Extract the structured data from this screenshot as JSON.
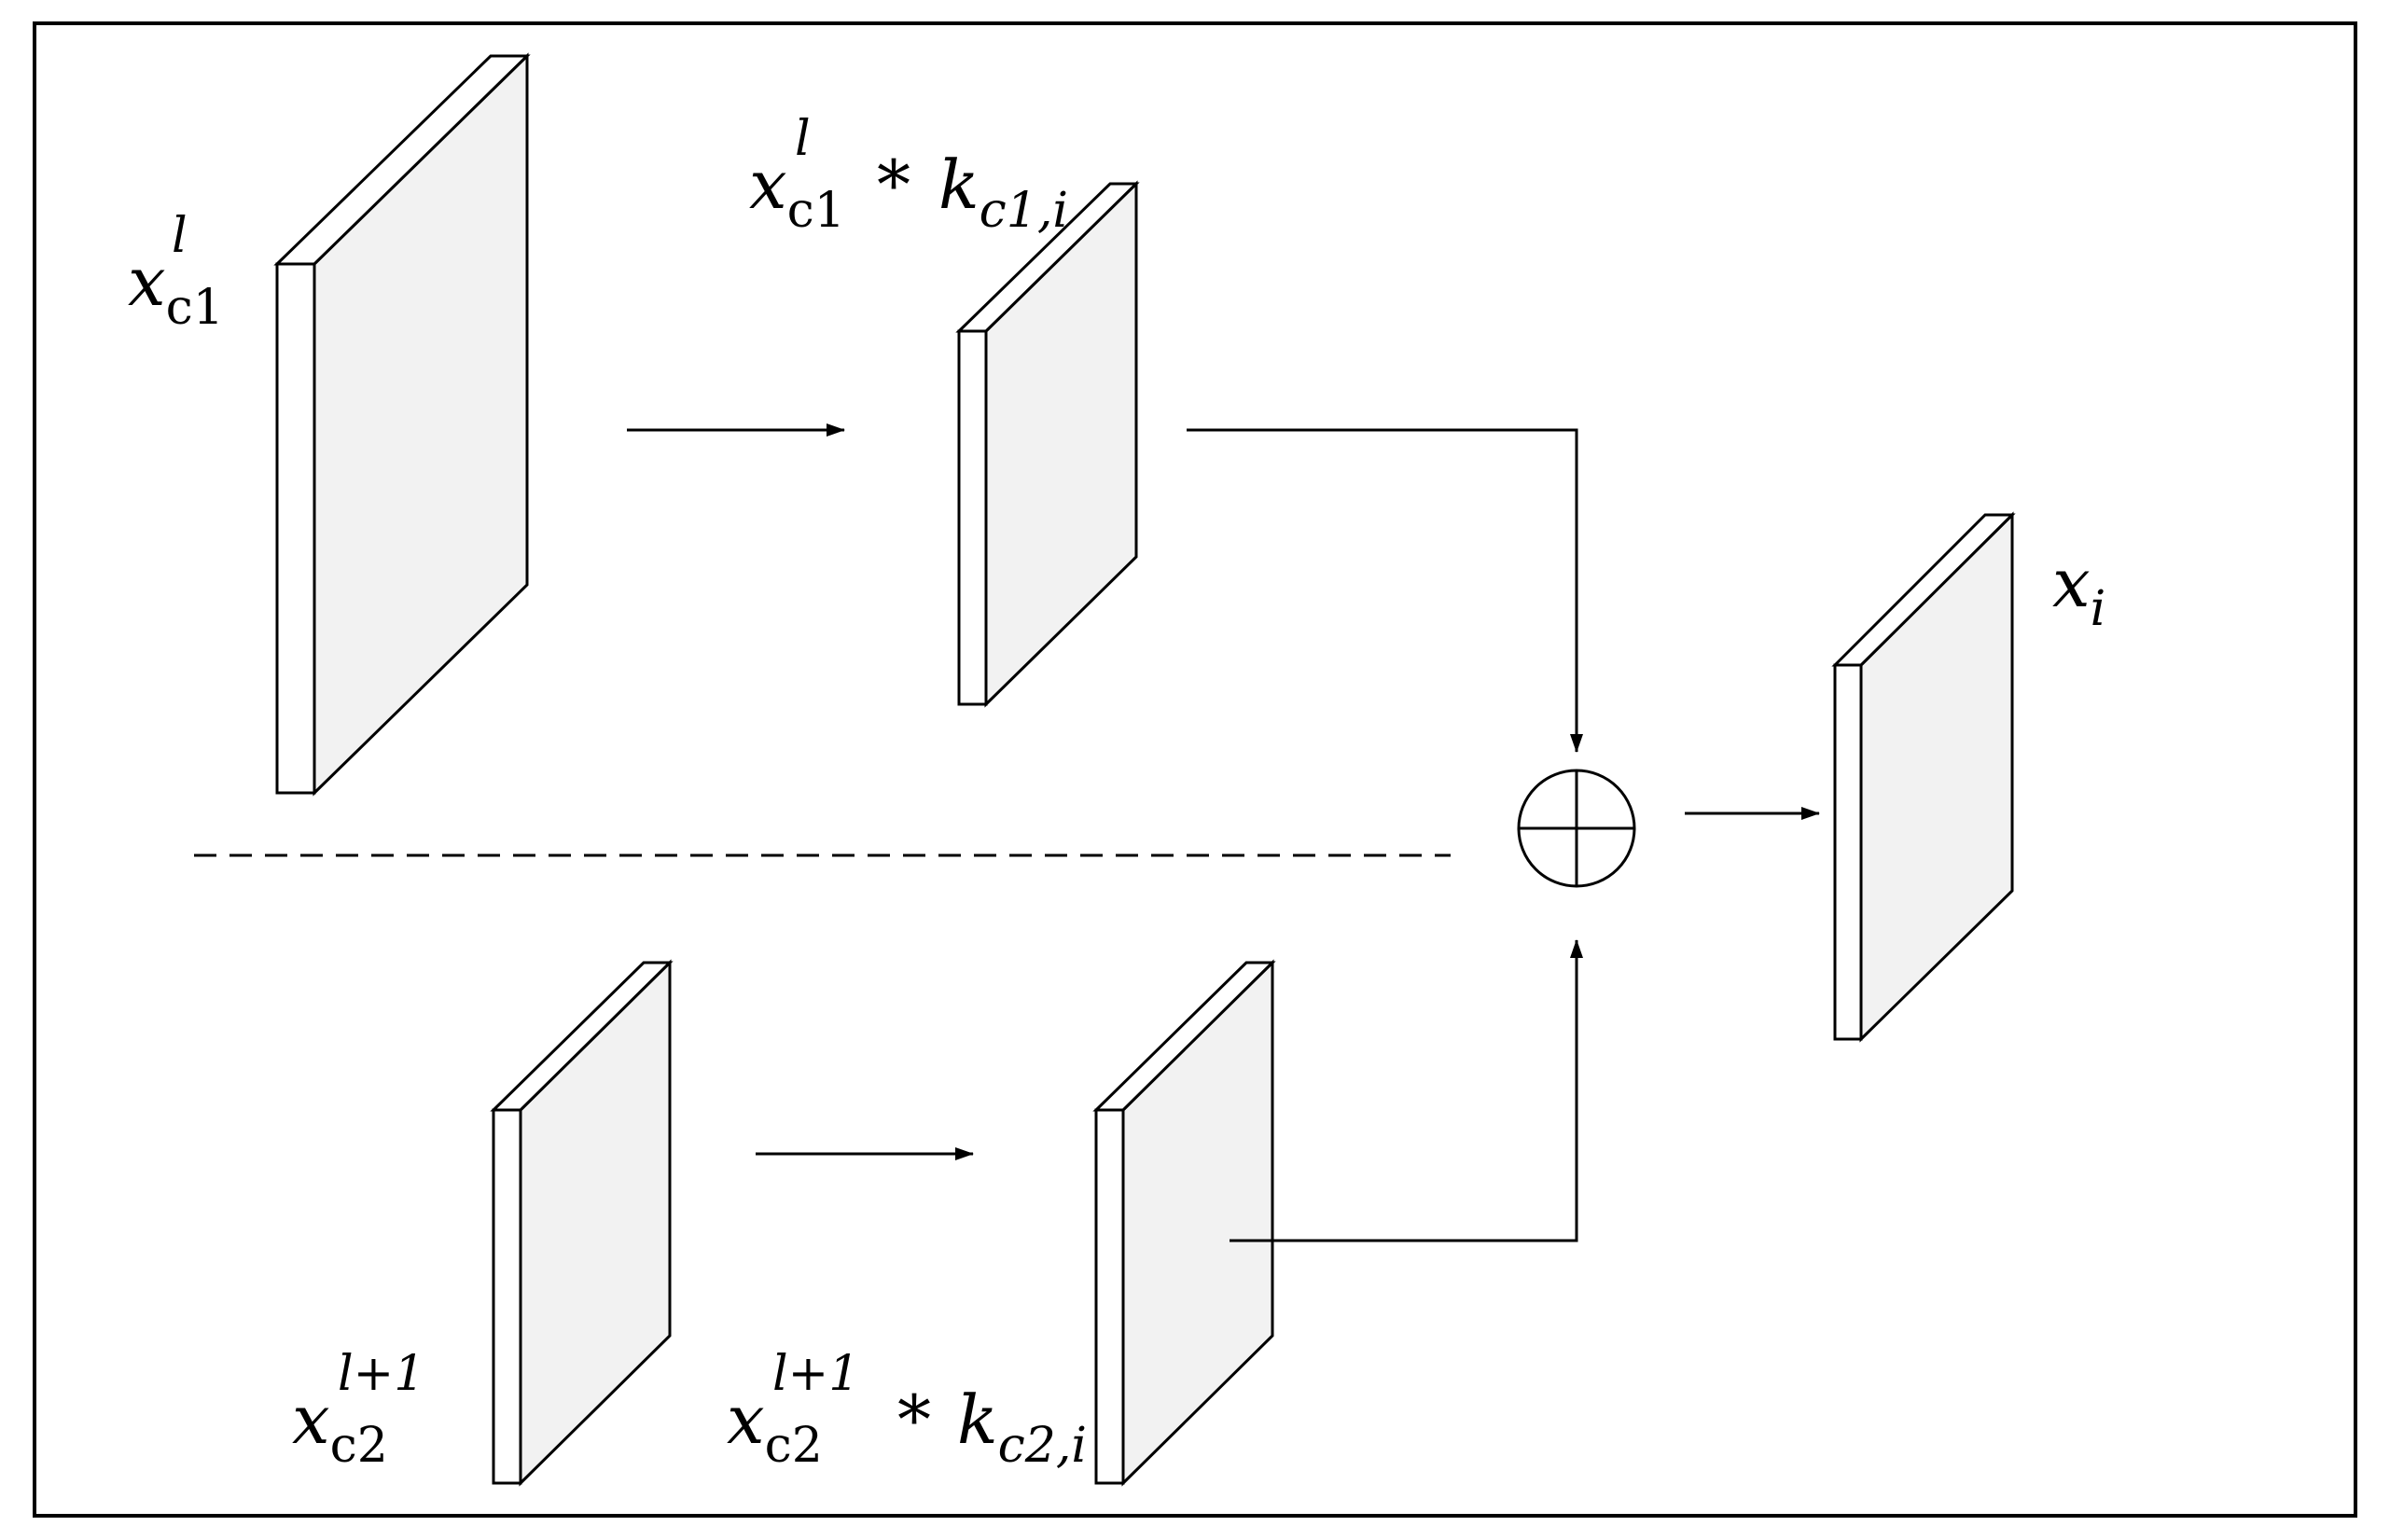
{
  "labels": {
    "x_c1": {
      "base": "x",
      "sub": "c1",
      "sup": "l"
    },
    "conv_c1": {
      "base": "x",
      "sub": "c1",
      "sup": "l",
      "op": "*",
      "kernel": "k",
      "kernel_sub": "c1,i"
    },
    "x_c2": {
      "base": "x",
      "sub": "c2",
      "sup": "l+1"
    },
    "conv_c2": {
      "base": "x",
      "sub": "c2",
      "sup": "l+1",
      "op": "*",
      "kernel": "k",
      "kernel_sub": "c2,i"
    },
    "x_i": {
      "base": "x",
      "sub": "i"
    }
  },
  "colors": {
    "face": "#f2f2f2",
    "edge": "#ffffff",
    "stroke": "#000000"
  }
}
